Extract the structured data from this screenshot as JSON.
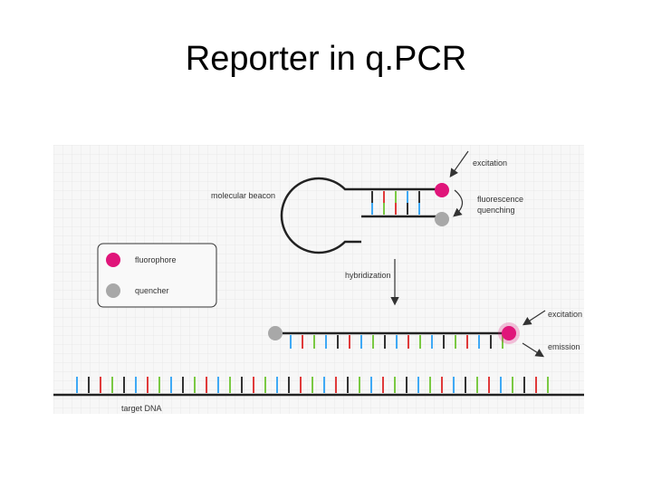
{
  "slide": {
    "title": "Reporter in q.PCR"
  },
  "diagram": {
    "labels": {
      "molecular_beacon": "molecular beacon",
      "excitation_top": "excitation",
      "fluorescence": "fluorescence",
      "quenching": "quenching",
      "hybridization": "hybridization",
      "excitation_bottom": "excitation",
      "emission": "emission",
      "target_dna": "target DNA"
    },
    "legend": {
      "fluorophore": "fluorophore",
      "quencher": "quencher"
    },
    "colors": {
      "fluorophore": "#e0157a",
      "quencher": "#a8a8a8",
      "base_red": "#e03a3a",
      "base_green": "#7ac943",
      "base_blue": "#3fa9f5",
      "base_black": "#333333",
      "grid": "#e6e6e6",
      "background": "#f7f7f7"
    }
  }
}
